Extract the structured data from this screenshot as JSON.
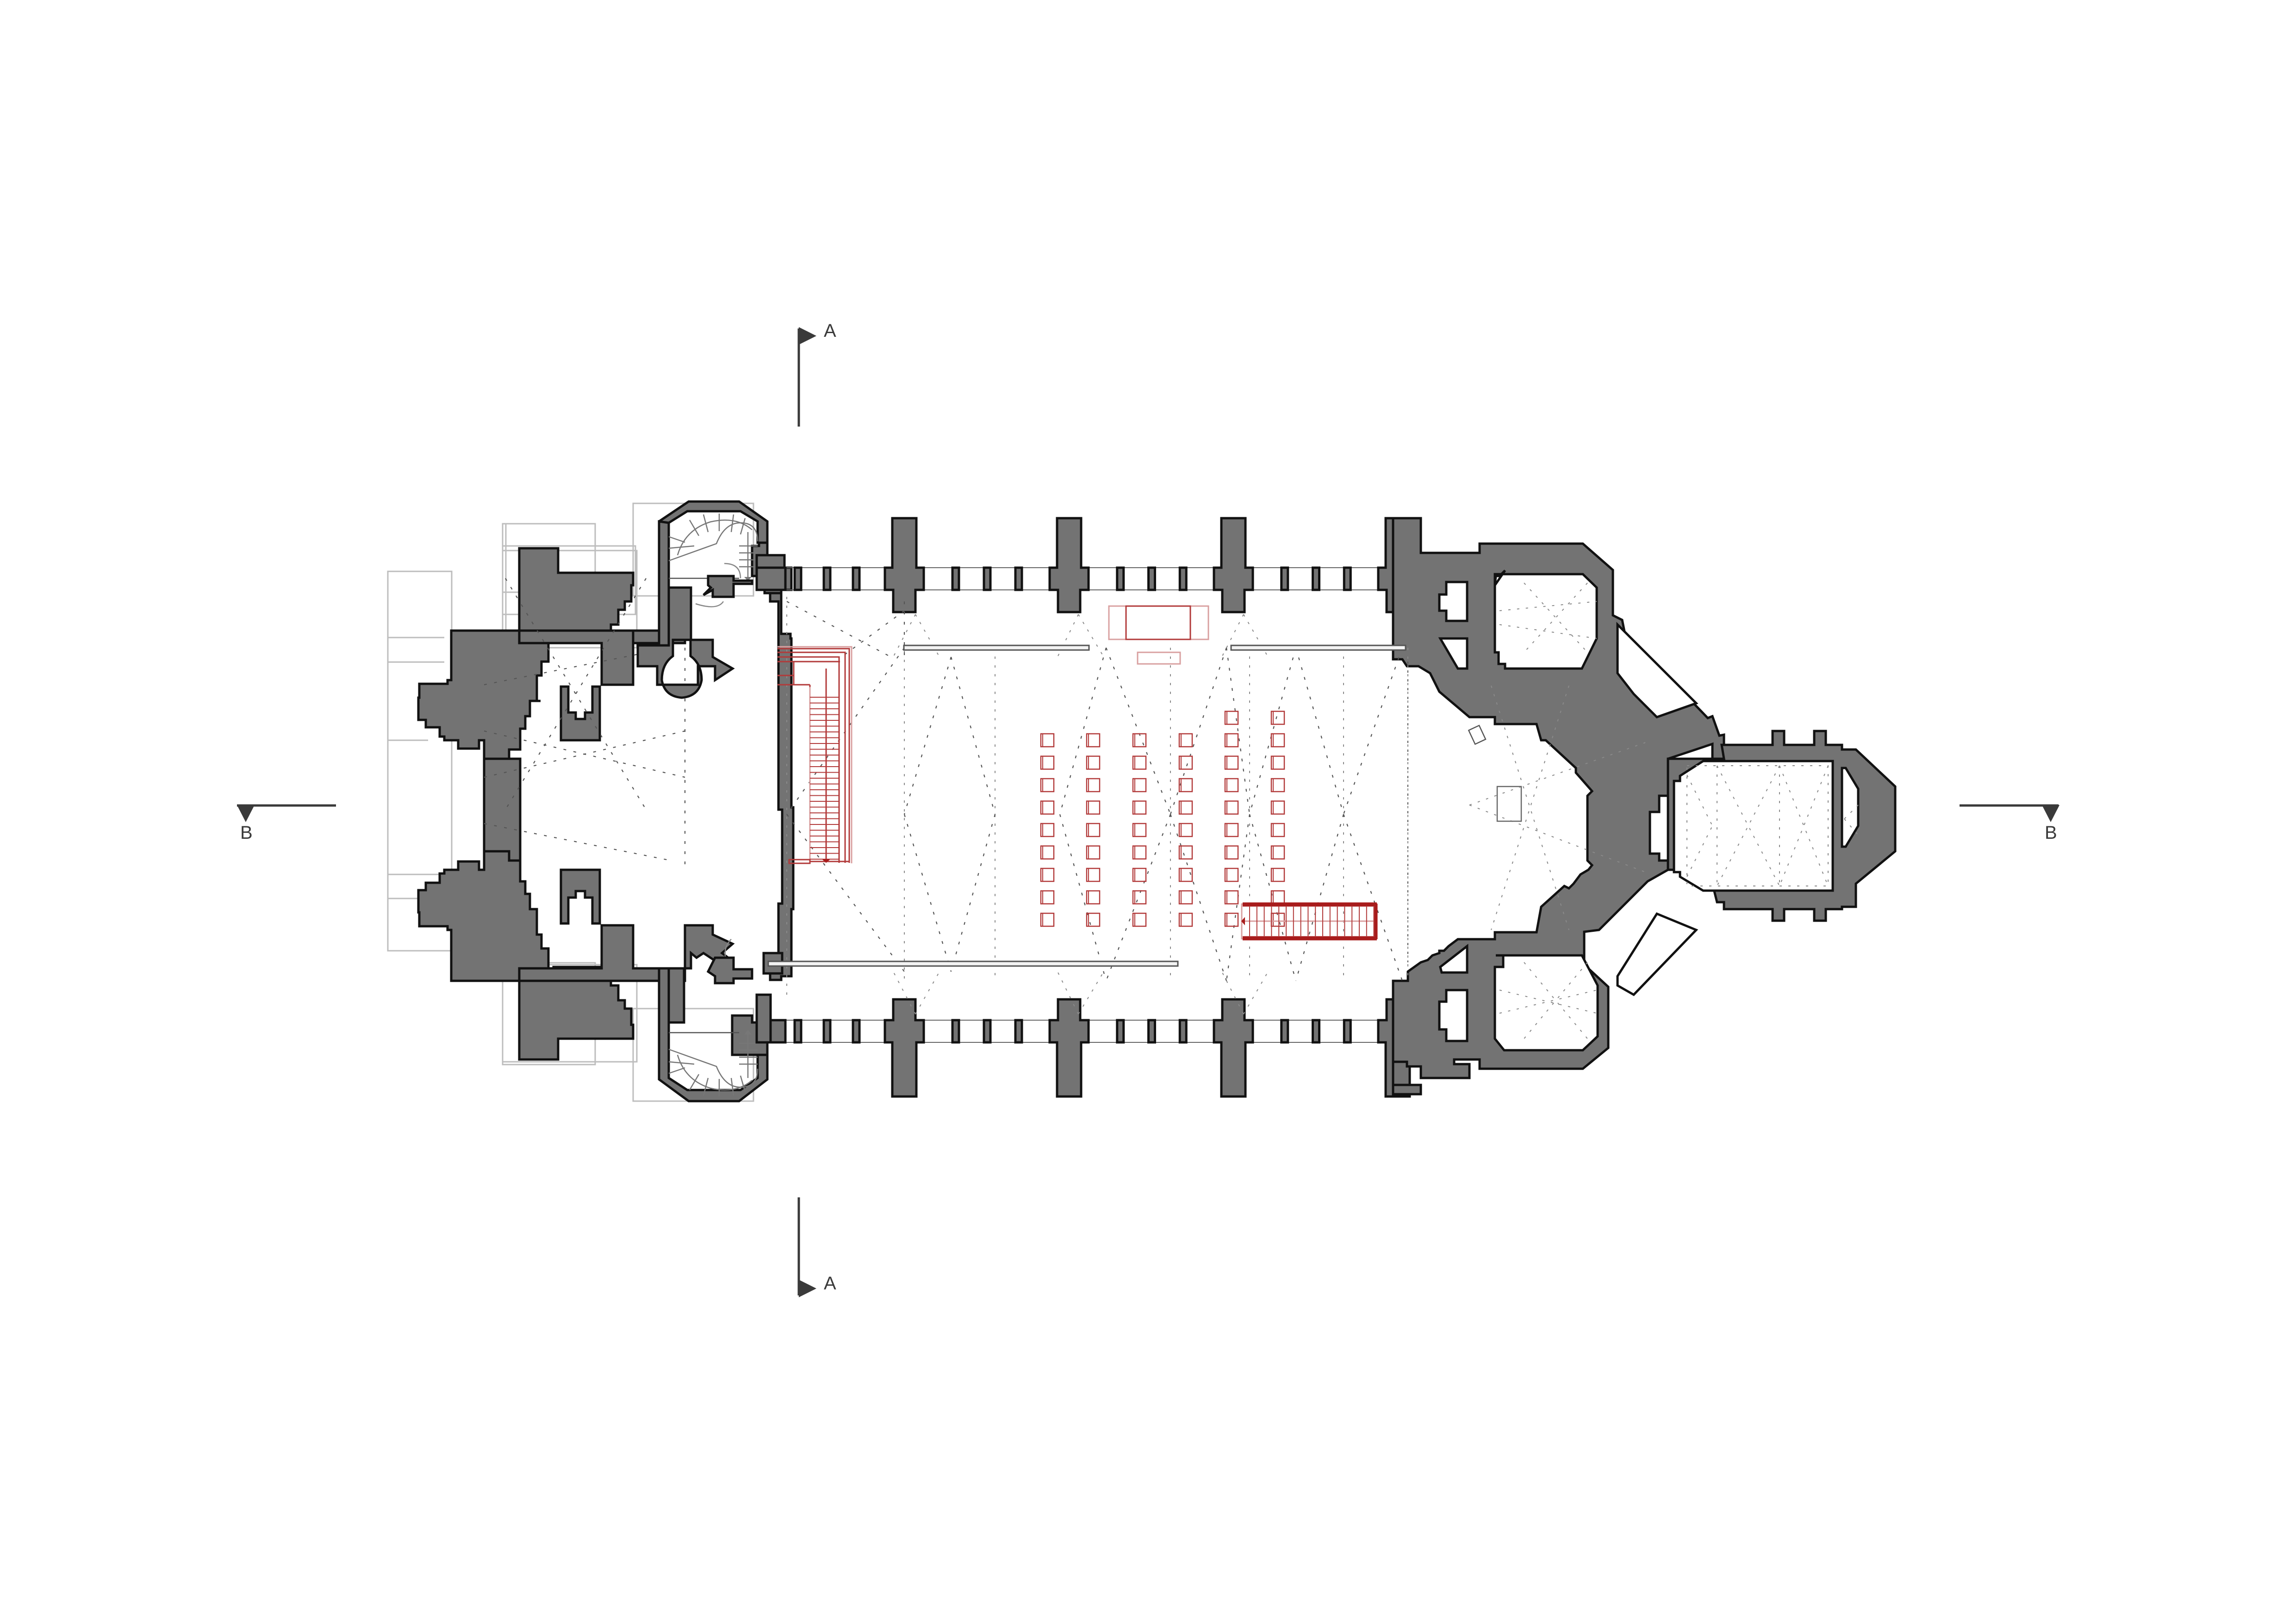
{
  "drawing": {
    "type": "architectural floor plan",
    "subject": "church",
    "colors": {
      "wall_fill": "#737373",
      "wall_edge": "#111111",
      "section_marker": "#3a3a3a",
      "furniture_red": "#b23a3a",
      "stair_red": "#a81c1c",
      "background": "#ffffff"
    }
  },
  "section_markers": {
    "a_top": {
      "label": "A",
      "direction": "right"
    },
    "a_bottom": {
      "label": "A",
      "direction": "right"
    },
    "b_left": {
      "label": "B",
      "direction": "down"
    },
    "b_right": {
      "label": "B",
      "direction": "down"
    }
  },
  "elements": {
    "nave": {
      "bays": 4,
      "window_mullions_per_bay": 3
    },
    "seating": {
      "columns": 6,
      "rows_per_column": [
        9,
        9,
        9,
        9,
        10,
        10
      ],
      "color": "#b23a3a"
    },
    "west_tower": {
      "vault": "star vault"
    },
    "stair_towers": {
      "count": 2,
      "type": "spiral stair"
    },
    "gallery_stair": {
      "type": "L-shaped stair",
      "color": "#b23a3a"
    },
    "new_stair": {
      "type": "straight stair",
      "color": "#a81c1c"
    },
    "altar": {
      "present": true
    },
    "chancel": {
      "type": "polygonal apse"
    },
    "side_chapels": {
      "count": 2,
      "type": "octagonal"
    }
  }
}
